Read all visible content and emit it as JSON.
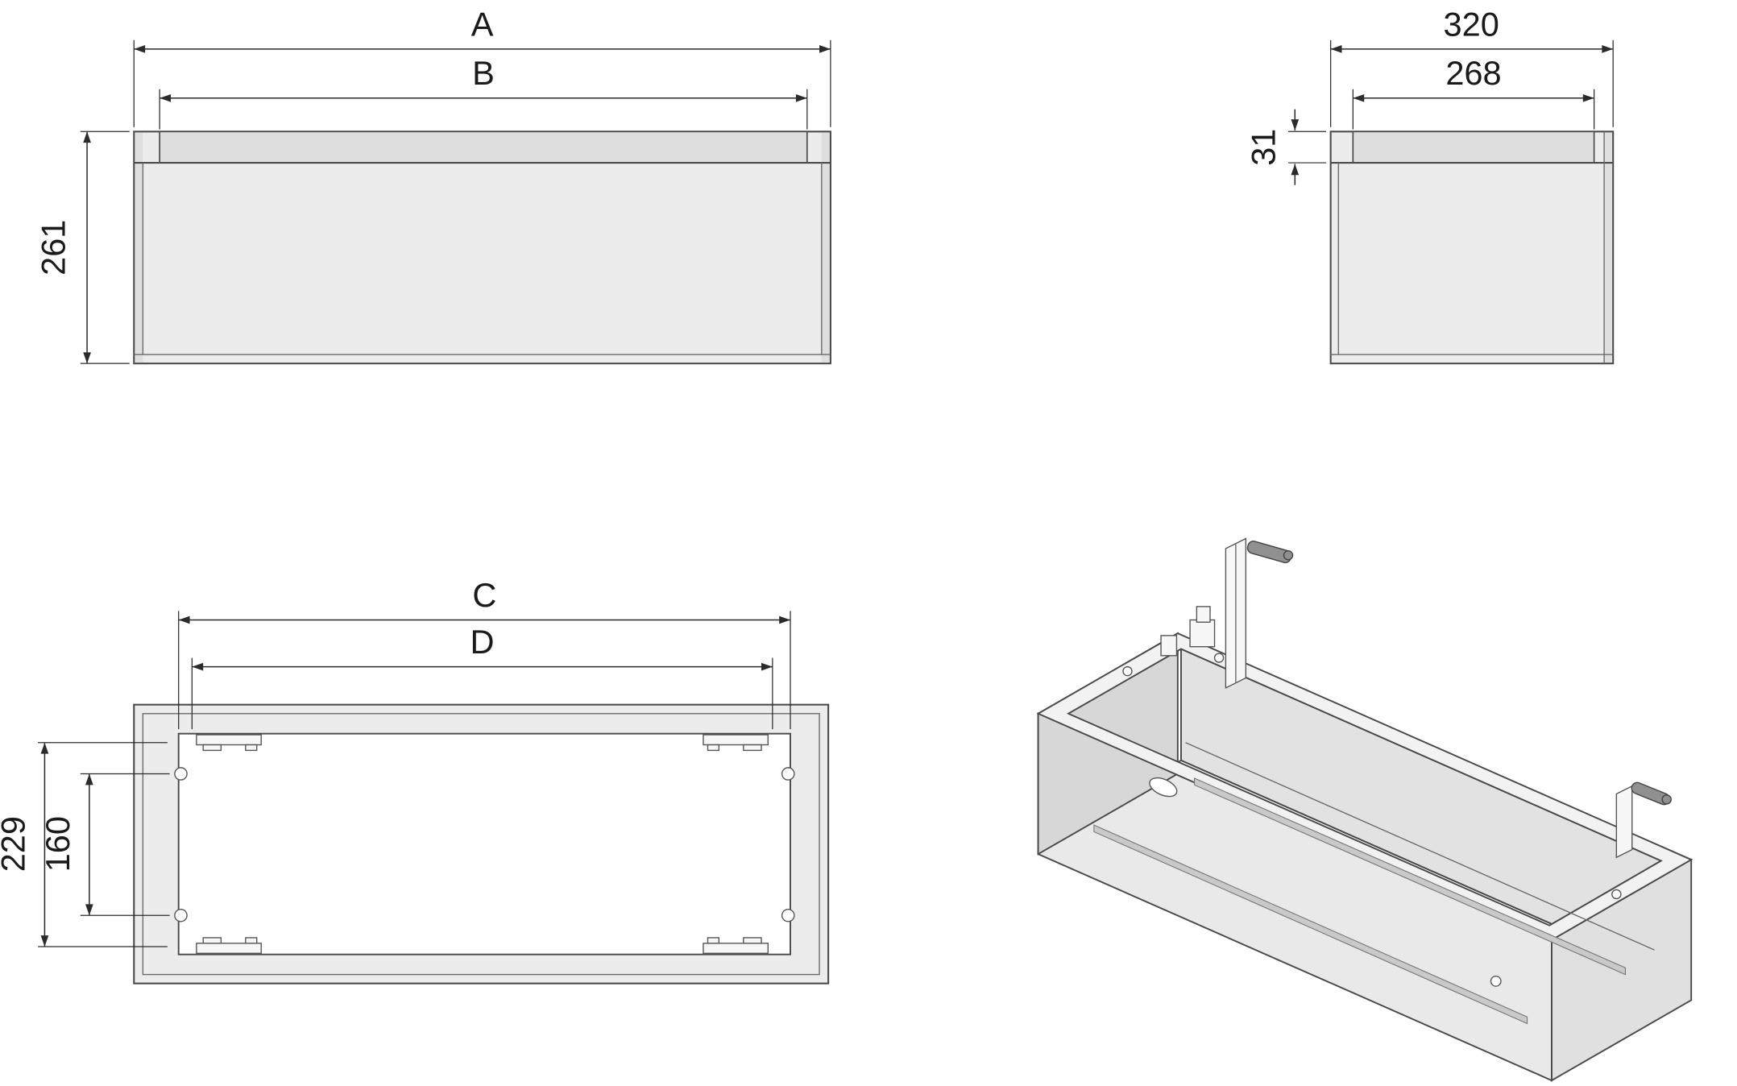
{
  "drawing": {
    "front_view": {
      "overall_width": "A",
      "inner_width": "B",
      "height": "261"
    },
    "side_view": {
      "overall_depth": "320",
      "inner_depth": "268",
      "top_recess": "31"
    },
    "plan_view": {
      "outer_span": "C",
      "inner_span": "D",
      "mount_span": "229",
      "mount_pitch": "160"
    },
    "colors": {
      "dimension_line": "#2b2b2b",
      "object_line": "#4a4a4a",
      "panel_fill": "#ececec",
      "recess_fill": "#dedede",
      "background": "#ffffff"
    }
  }
}
